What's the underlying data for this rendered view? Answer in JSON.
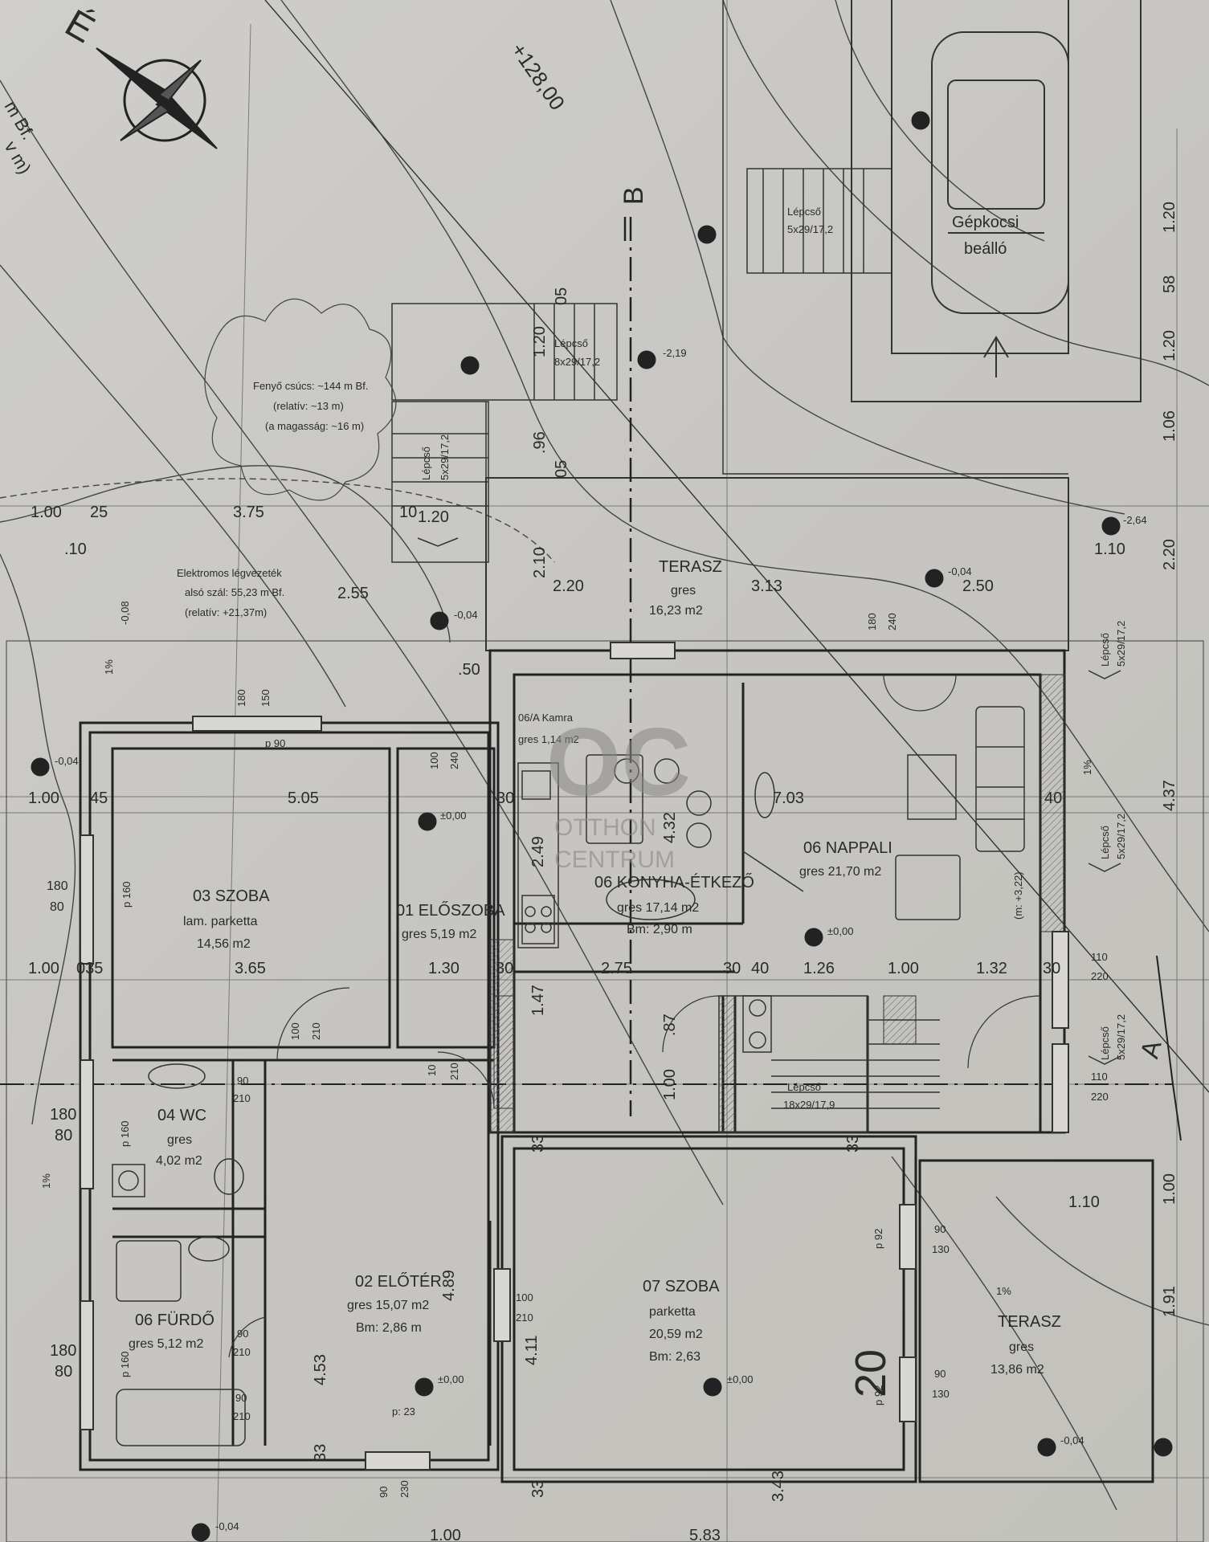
{
  "north_label": "É",
  "elevation_top": "+128,00",
  "section_label_b": "B",
  "section_label_a": "A",
  "watermark": {
    "logo": "OC",
    "line1": "OTTHON",
    "line2": "CENTRUM"
  },
  "scale_number": "20",
  "left_notes": [
    "m Bf.",
    "v m)"
  ],
  "tree_note": [
    "Fenyő csúcs: ~144 m Bf.",
    "(relatív: ~13 m)",
    "(a magasság: ~16 m)"
  ],
  "electric_note": [
    "Elektromos légvezeték",
    "alsó szál: 55,23 m Bf.",
    "(relatív: +21,37m)"
  ],
  "car_label": [
    "Gépkocsi",
    "beálló"
  ],
  "stair_labels": {
    "top": [
      "Lépcső",
      "5x29/17,2"
    ],
    "middle": [
      "Lépcső",
      "8x29/17,2"
    ],
    "left": [
      "Lépcső",
      "5x29/17,2"
    ],
    "right_a": [
      "Lépcső",
      "5x29/17,2"
    ],
    "right_b": [
      "Lépcső",
      "5x29/17,2"
    ],
    "right_c": [
      "Lépcső",
      "5x29/17,2"
    ],
    "inner": [
      "Lépcső",
      "18x29/17,9"
    ]
  },
  "rooms": [
    {
      "id": "terasz_top",
      "lines": [
        "TERASZ",
        "gres",
        "16,23 m2"
      ]
    },
    {
      "id": "kamra",
      "lines": [
        "06/A Kamra",
        "gres 1,14 m2"
      ]
    },
    {
      "id": "konyha",
      "lines": [
        "06 KONYHA-ÉTKEZŐ",
        "gres 17,14 m2",
        "Bm: 2,90 m"
      ]
    },
    {
      "id": "nappali",
      "lines": [
        "06 NAPPALI",
        "gres 21,70 m2"
      ]
    },
    {
      "id": "szoba03",
      "lines": [
        "03 SZOBA",
        "lam. parketta",
        "14,56 m2"
      ]
    },
    {
      "id": "eloszoba",
      "lines": [
        "01 ELŐSZOBA",
        "gres 5,19 m2"
      ]
    },
    {
      "id": "wc",
      "lines": [
        "04 WC",
        "gres",
        "4,02 m2"
      ]
    },
    {
      "id": "furdo",
      "lines": [
        "06 FÜRDŐ",
        "gres 5,12 m2"
      ]
    },
    {
      "id": "eloter",
      "lines": [
        "02 ELŐTÉR",
        "gres 15,07 m2",
        "Bm: 2,86 m"
      ]
    },
    {
      "id": "szoba07",
      "lines": [
        "07 SZOBA",
        "parketta",
        "20,59 m2",
        "Bm: 2,63"
      ]
    },
    {
      "id": "terasz_right",
      "lines": [
        "TERASZ",
        "gres",
        "13,86 m2"
      ]
    }
  ],
  "levels": {
    "l_0_04_a": "-0,04",
    "l_0_04_b": "-0,04",
    "l_0_04_c": "-0,04",
    "l_0_04_d": "-0,04",
    "l_0_04_e": "-0,04",
    "l_0_00_a": "±0,00",
    "l_0_00_b": "±0,00",
    "l_0_00_c": "±0,00",
    "l_0_00_d": "±0,00",
    "l_2_19": "-2,19",
    "l_2_64": "-2,64",
    "l_0_08": "-0,08"
  },
  "dims": {
    "d100_a": "1.00",
    "d25": "25",
    "d375": "3.75",
    "d10": ".10",
    "d255": "2.55",
    "d220": "2.20",
    "d313": "3.13",
    "d250": "2.50",
    "d110_a": "1.10",
    "d100_b": "1.00",
    "d45": "45",
    "d505": "5.05",
    "d30_a": "30",
    "d703": "7.03",
    "d40_a": "40",
    "d100_c": "1.00",
    "d035": "035",
    "d365": "3.65",
    "d130": "1.30",
    "d30_b": "30",
    "d275": "2.75",
    "d30_c": "30",
    "d40_b": "40",
    "d126": "1.26",
    "d100_d": "1.00",
    "d132": "1.32",
    "d30_d": "30",
    "d110_b": "1.10",
    "d50": ".50",
    "d120_a": "1.20",
    "d120_b": "1.20",
    "d220_b": "2.20",
    "d58": "58",
    "d106": "1.06",
    "d437": "4.37",
    "d191": "1.91",
    "d100_e": "1.00",
    "d432": "4.32",
    "d249": "2.49",
    "d147": "1.47",
    "d87": ".87",
    "d100_f": "1.00",
    "d453": "4.53",
    "d489": "4.89",
    "d411": "4.11",
    "d343": "3.43",
    "d210_v": "2.10",
    "d96": ".96",
    "d05_a": "05",
    "d120_c": "1.20",
    "d05_b": "05",
    "d583": "5.83",
    "d100_g": "1.00",
    "d10_b": "10",
    "d120_d": "1.20",
    "d33_a": "33",
    "d33_b": "33",
    "d33_c": "33",
    "d33_d": "33"
  },
  "openings": {
    "o180_80_a": [
      "180",
      "80"
    ],
    "o180_80_b": [
      "180",
      "80"
    ],
    "o180_80_c": [
      "180",
      "80"
    ],
    "o100_210_a": [
      "100",
      "210"
    ],
    "o90_210_a": [
      "90",
      "210"
    ],
    "o90_210_b": [
      "90",
      "210"
    ],
    "o90_210_c": [
      "90",
      "210"
    ],
    "o100_210_b": [
      "100",
      "210"
    ],
    "o90_130_a": [
      "90",
      "130"
    ],
    "o90_130_b": [
      "90",
      "130"
    ],
    "o110_220_a": [
      "110",
      "220"
    ],
    "o110_220_b": [
      "110",
      "220"
    ],
    "o100_240": [
      "100",
      "240"
    ],
    "o180_240": [
      "180",
      "240"
    ],
    "o180_150": [
      "180",
      "150"
    ],
    "o90_230": [
      "90",
      "230"
    ],
    "o10_210": [
      "10",
      "210"
    ]
  },
  "misc": {
    "p90": "p 90",
    "p160_a": "p 160",
    "p160_b": "p 160",
    "p160_c": "p 160",
    "p92_a": "p 92",
    "p92_b": "p 92",
    "p23": "p: 23",
    "m322": "(m: +3,22)",
    "one_pct_a": "1%",
    "one_pct_b": "1%",
    "one_pct_c": "1%",
    "one_pct_d": "1%"
  }
}
